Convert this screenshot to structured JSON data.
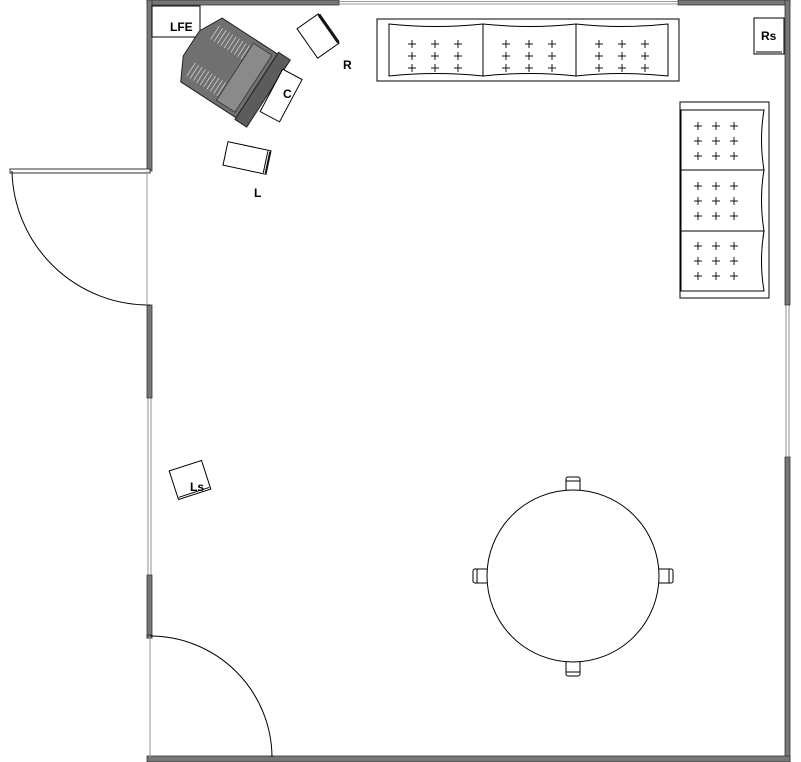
{
  "speakers": {
    "lfe": "LFE",
    "center": "C",
    "right": "R",
    "left": "L",
    "right_surround": "Rs",
    "left_surround": "Ls"
  },
  "sofa": {
    "cushions": 3
  },
  "loveseat": {
    "cushions": 3
  },
  "dining": {
    "chairs": 4
  },
  "colors": {
    "wall": "#555555",
    "line": "#000000",
    "screen": "#6e6e6e",
    "floor": "#ffffff"
  }
}
